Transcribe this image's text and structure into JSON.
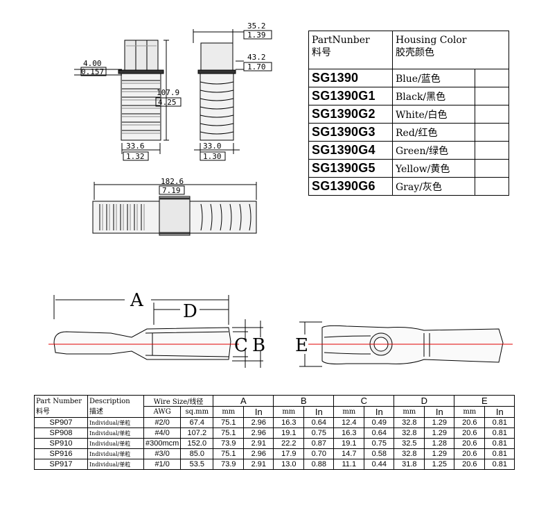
{
  "dimensions": {
    "d1_mm": "4.00",
    "d1_in": "0.157",
    "d2_mm": "107.9",
    "d2_in": "4.25",
    "d3_mm": "33.6",
    "d3_in": "1.32",
    "d4_mm": "35.2",
    "d4_in": "1.39",
    "d5_mm": "43.2",
    "d5_in": "1.70",
    "d6_mm": "33.0",
    "d6_in": "1.30",
    "d7_mm": "182.6",
    "d7_in": "7.19"
  },
  "letters": {
    "a": "A",
    "b": "B",
    "c": "C",
    "d": "D",
    "e": "E"
  },
  "color_table": {
    "header_part_en": "PartNunber",
    "header_part_cn": "料号",
    "header_color_en": "Housing Color",
    "header_color_cn": "胶壳颜色",
    "rows": [
      {
        "part": "SG1390",
        "color": "Blue/蓝色"
      },
      {
        "part": "SG1390G1",
        "color": "Black/黑色"
      },
      {
        "part": "SG1390G2",
        "color": "White/白色"
      },
      {
        "part": "SG1390G3",
        "color": "Red/红色"
      },
      {
        "part": "SG1390G4",
        "color": "Green/绿色"
      },
      {
        "part": "SG1390G5",
        "color": "Yellow/黄色"
      },
      {
        "part": "SG1390G6",
        "color": "Gray/灰色"
      }
    ]
  },
  "spec_table": {
    "h_part_en": "Part Number",
    "h_part_cn": "料号",
    "h_desc_en": "Description",
    "h_desc_cn": "描述",
    "h_wire": "Wire Size/线径",
    "h_awg": "AWG",
    "h_sqmm": "sq.mm",
    "h_a": "A",
    "h_b": "B",
    "h_c": "C",
    "h_d": "D",
    "h_e": "E",
    "h_mm": "mm",
    "h_in": "In",
    "rows": [
      {
        "part": "SP907",
        "desc": "Individual/单粒",
        "awg": "#2/0",
        "sqmm": "67.4",
        "a_mm": "75.1",
        "a_in": "2.96",
        "b_mm": "16.3",
        "b_in": "0.64",
        "c_mm": "12.4",
        "c_in": "0.49",
        "d_mm": "32.8",
        "d_in": "1.29",
        "e_mm": "20.6",
        "e_in": "0.81"
      },
      {
        "part": "SP908",
        "desc": "Individual/单粒",
        "awg": "#4/0",
        "sqmm": "107.2",
        "a_mm": "75.1",
        "a_in": "2.96",
        "b_mm": "19.1",
        "b_in": "0.75",
        "c_mm": "16.3",
        "c_in": "0.64",
        "d_mm": "32.8",
        "d_in": "1.29",
        "e_mm": "20.6",
        "e_in": "0.81"
      },
      {
        "part": "SP910",
        "desc": "Individual/单粒",
        "awg": "#300mcm",
        "sqmm": "152.0",
        "a_mm": "73.9",
        "a_in": "2.91",
        "b_mm": "22.2",
        "b_in": "0.87",
        "c_mm": "19.1",
        "c_in": "0.75",
        "d_mm": "32.5",
        "d_in": "1.28",
        "e_mm": "20.6",
        "e_in": "0.81"
      },
      {
        "part": "SP916",
        "desc": "Individual/单粒",
        "awg": "#3/0",
        "sqmm": "85.0",
        "a_mm": "75.1",
        "a_in": "2.96",
        "b_mm": "17.9",
        "b_in": "0.70",
        "c_mm": "14.7",
        "c_in": "0.58",
        "d_mm": "32.8",
        "d_in": "1.29",
        "e_mm": "20.6",
        "e_in": "0.81"
      },
      {
        "part": "SP917",
        "desc": "Individual/单粒",
        "awg": "#1/0",
        "sqmm": "53.5",
        "a_mm": "73.9",
        "a_in": "2.91",
        "b_mm": "13.0",
        "b_in": "0.88",
        "c_mm": "11.1",
        "c_in": "0.44",
        "d_mm": "31.8",
        "d_in": "1.25",
        "e_mm": "20.6",
        "e_in": "0.81"
      }
    ]
  }
}
